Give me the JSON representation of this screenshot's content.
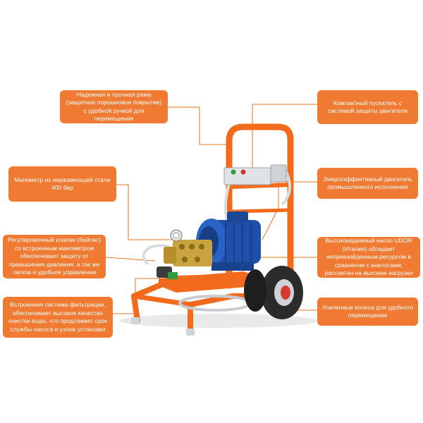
{
  "colors": {
    "accent": "#f07a32",
    "frame": "#f26a1b",
    "motor": "#1f4fa8",
    "leader": "#e3761e"
  },
  "callouts": {
    "frame": "Надежная и прочная рама (защитное порошковое покрытие) с удобной ручкой для перемещения",
    "gauge": "Манометр из нержавеющей стали 400 бар",
    "valve": "Регулировочный клапан (байпас) со встроенным манометром обеспечивает защиту от превышения давления, а так же легкое и удобное управление",
    "filter": "Встроенная система фильтрации, обеспечивает высокое качество очистки воды, что продлевает срок службы насоса и узлов установки",
    "starter": "Компактный пускатель с системой защиты двигателя",
    "motor": "Энергоэффективный двигатель промышленного исполнения",
    "pump": "Высоконадежный насос UDOR (Италия) обладает непревзойденным ресурсом в сравнении с аналогами, рассчитан на высокие нагрузки",
    "wheels": "Усиленные колеса для удобного перемещения"
  }
}
